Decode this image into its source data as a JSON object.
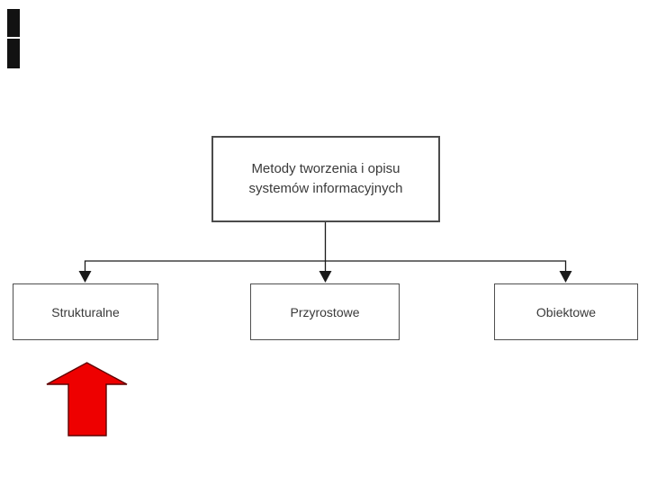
{
  "diagram": {
    "root": {
      "line1": "Metody tworzenia i opisu",
      "line2": "systemów informacyjnych"
    },
    "children": [
      {
        "label": "Strukturalne"
      },
      {
        "label": "Przyrostowe"
      },
      {
        "label": "Obiektowe"
      }
    ]
  },
  "annotations": {
    "red_arrow_direction": "up"
  },
  "colors": {
    "red_arrow_fill": "#ee0000",
    "red_arrow_outline": "#5f0000",
    "connector_line": "#1a1a1a",
    "box_border": "#4b4b4b",
    "box_fill": "#ffffff",
    "text": "#3a3a3a",
    "corner_mark": "#121212",
    "background": "#ffffff"
  }
}
